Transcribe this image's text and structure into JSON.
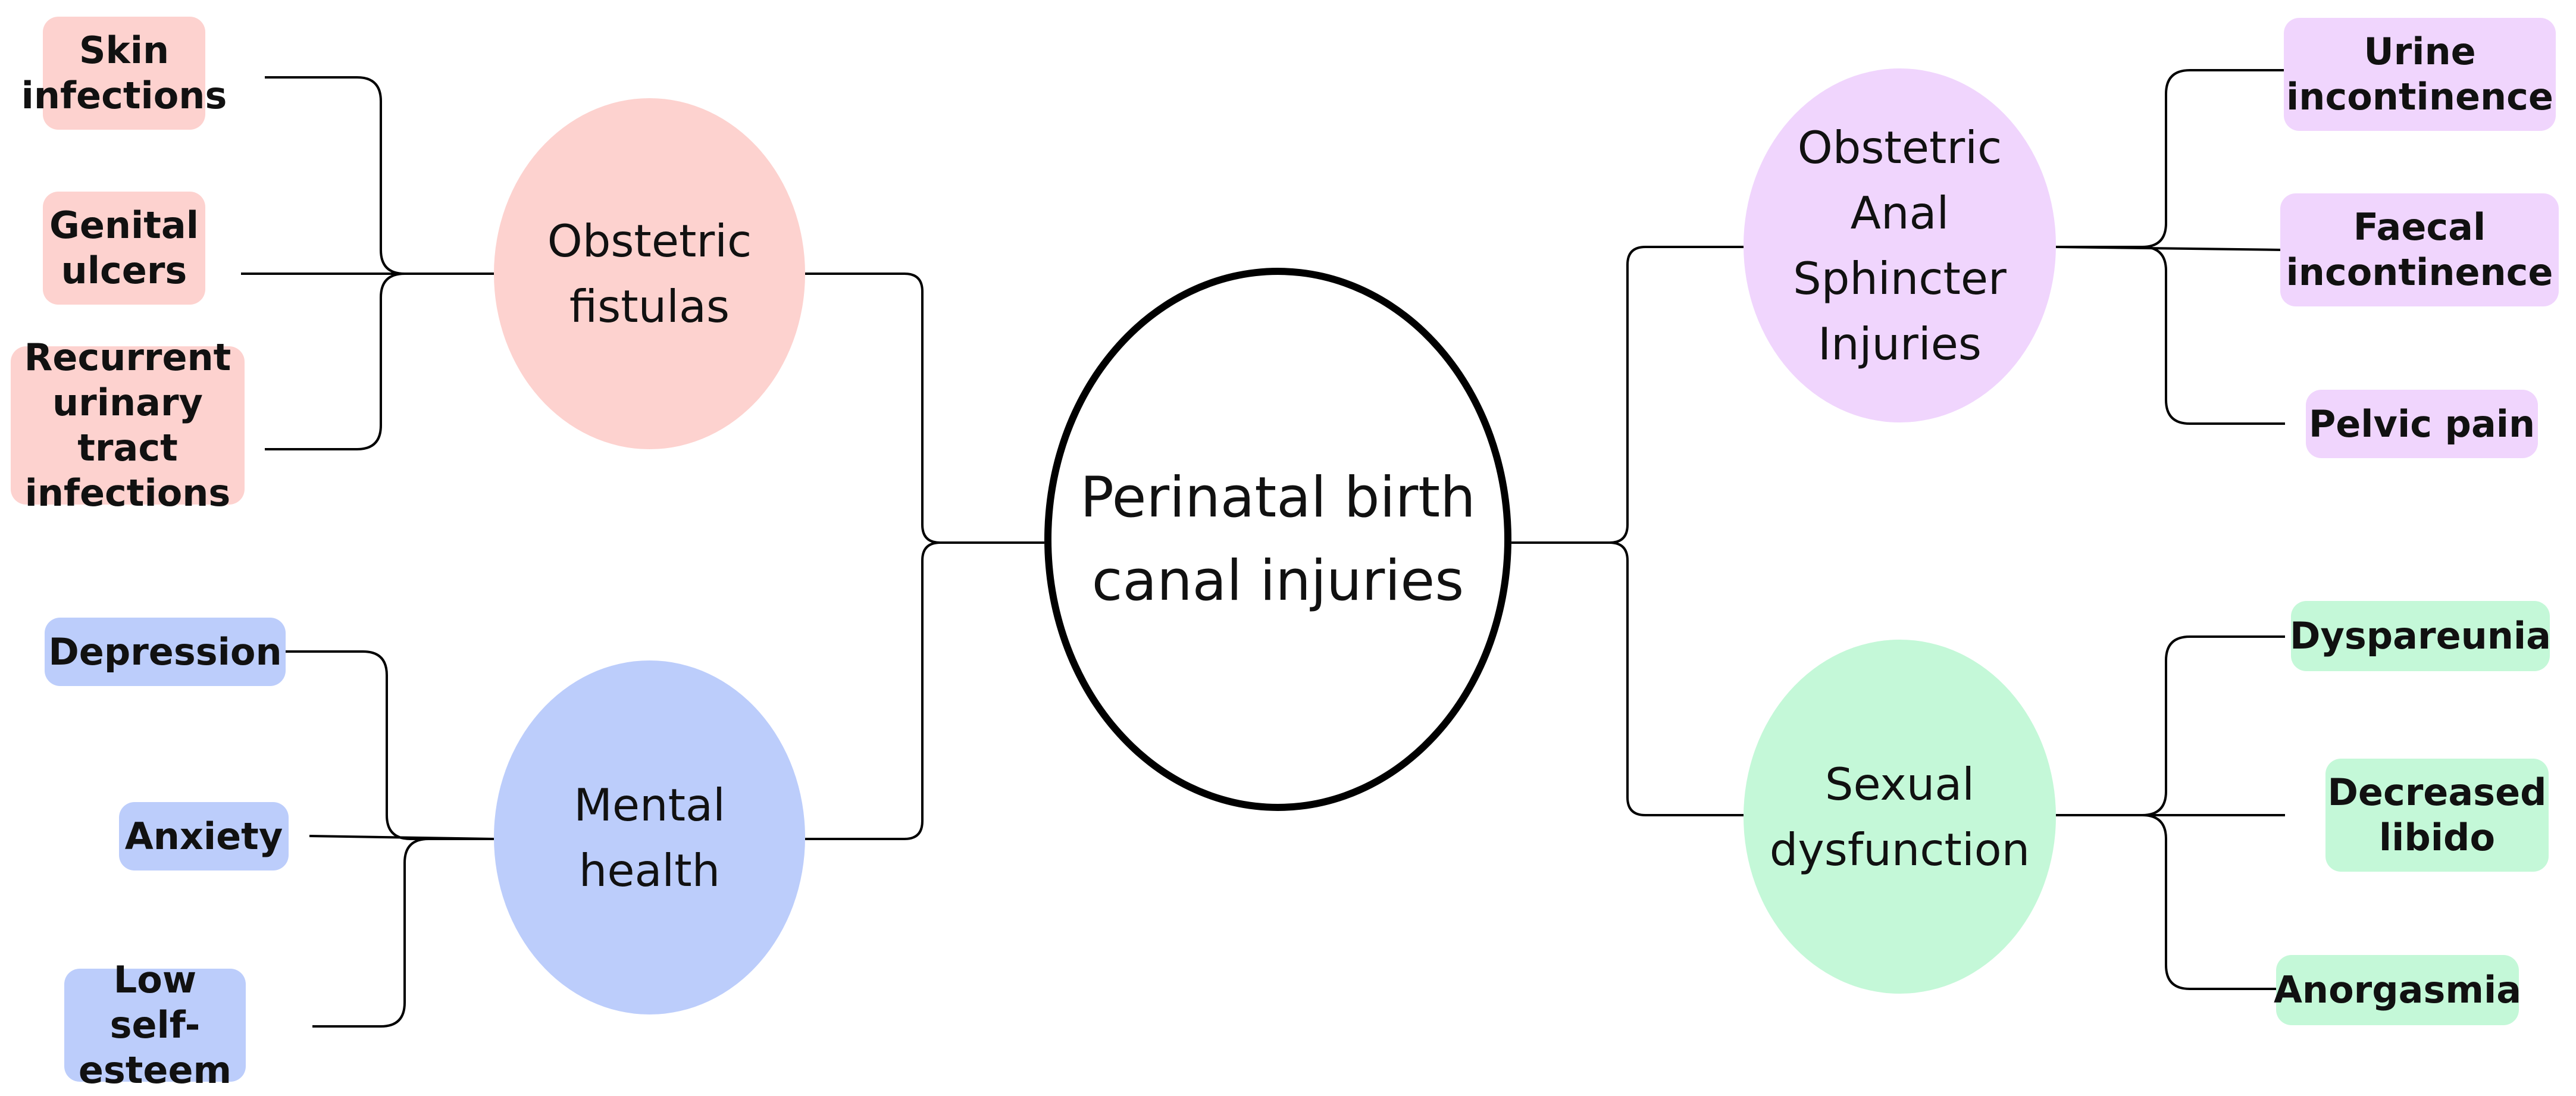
{
  "center": {
    "label": "Perinatal birth\ncanal injuries"
  },
  "branches": [
    {
      "label": "Obstetric\nfistulas",
      "color": "#fdd2cf",
      "leaves": [
        "Skin\ninfections",
        "Genital\nulcers",
        "Recurrent\nurinary tract\ninfections"
      ]
    },
    {
      "label": "Mental\nhealth",
      "color": "#bccdfb",
      "leaves": [
        "Depression",
        "Anxiety",
        "Low self-\nesteem"
      ]
    },
    {
      "label": "Obstetric\nAnal\nSphincter\nInjuries",
      "color": "#f0d5fd",
      "leaves": [
        "Urine\nincontinence",
        "Faecal\nincontinence",
        "Pelvic pain"
      ]
    },
    {
      "label": "Sexual\ndysfunction",
      "color": "#c4f8d8",
      "leaves": [
        "Dyspareunia",
        "Decreased\nlibido",
        "Anorgasmia"
      ]
    }
  ]
}
